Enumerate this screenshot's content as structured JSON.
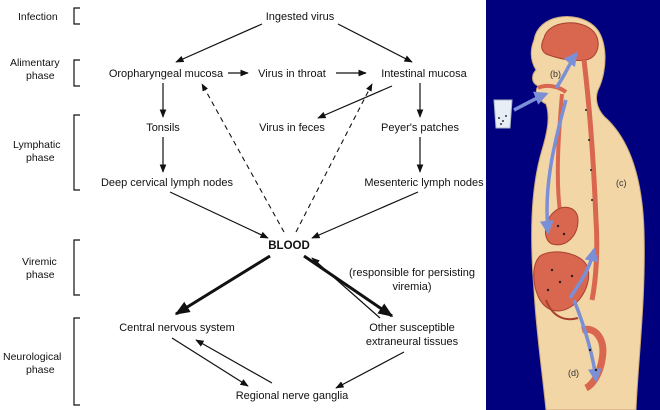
{
  "phases": {
    "infection": "Infection",
    "alimentary": [
      "Alimentary",
      "phase"
    ],
    "lymphatic": [
      "Lymphatic",
      "phase"
    ],
    "viremic": [
      "Viremic",
      "phase"
    ],
    "neurological": [
      "Neurological",
      "phase"
    ]
  },
  "nodes": {
    "ingested_virus": "Ingested virus",
    "oropharyngeal_mucosa": "Oropharyngeal mucosa",
    "virus_in_throat": "Virus in throat",
    "intestinal_mucosa": "Intestinal mucosa",
    "tonsils": "Tonsils",
    "virus_in_feces": "Virus in feces",
    "peyers_patches": "Peyer's patches",
    "deep_cervical_lymph_nodes": "Deep cervical lymph nodes",
    "mesenteric_lymph_nodes": "Mesenteric lymph nodes",
    "blood": "BLOOD",
    "persisting_viremia": [
      "(responsible for persisting",
      "viremia)"
    ],
    "central_nervous_system": "Central nervous system",
    "other_tissues": [
      "Other susceptible",
      "extraneural tissues"
    ],
    "regional_nerve_ganglia": "Regional nerve ganglia"
  },
  "illustration": {
    "labels": {
      "b": "(b)",
      "c": "(c)",
      "d": "(d)"
    },
    "colors": {
      "skin": "#f3d6a6",
      "organ": "#d9664f",
      "path": "#7b8fd6",
      "background": "#00007e"
    }
  }
}
